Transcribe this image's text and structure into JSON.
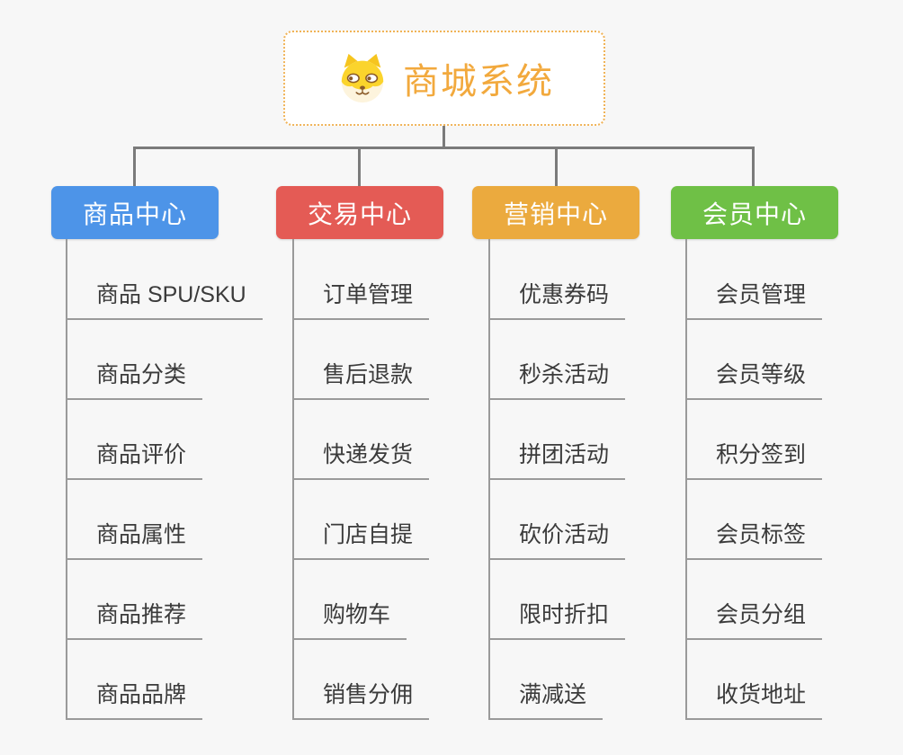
{
  "page": {
    "background": "#f7f7f7"
  },
  "connectors": {
    "trunk_color": "#7b7b7b",
    "leaf_line_color": "#9a9a9a"
  },
  "root": {
    "title": "商城系统",
    "icon": "shiba-dog-icon",
    "title_color": "#f2a93d",
    "border_color": "#f0b357",
    "background": "#ffffff"
  },
  "branches": [
    {
      "label": "商品中心",
      "color": "#4d94e8",
      "items": [
        "商品 SPU/SKU",
        "商品分类",
        "商品评价",
        "商品属性",
        "商品推荐",
        "商品品牌"
      ]
    },
    {
      "label": "交易中心",
      "color": "#e45b55",
      "items": [
        "订单管理",
        "售后退款",
        "快递发货",
        "门店自提",
        "购物车",
        "销售分佣"
      ]
    },
    {
      "label": "营销中心",
      "color": "#ebaa3e",
      "items": [
        "优惠券码",
        "秒杀活动",
        "拼团活动",
        "砍价活动",
        "限时折扣",
        "满减送"
      ]
    },
    {
      "label": "会员中心",
      "color": "#6fc046",
      "items": [
        "会员管理",
        "会员等级",
        "积分签到",
        "会员标签",
        "会员分组",
        "收货地址"
      ]
    }
  ]
}
